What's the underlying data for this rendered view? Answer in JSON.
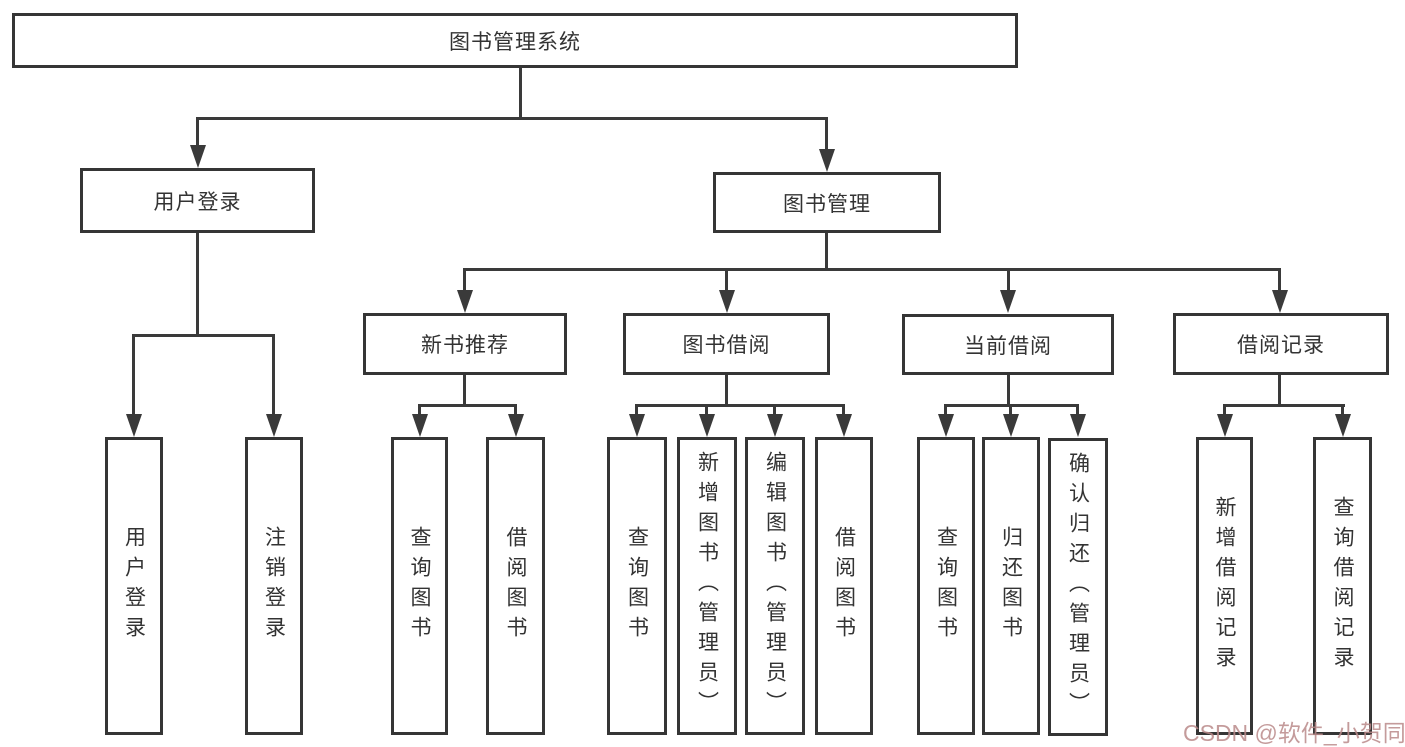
{
  "diagram": {
    "type": "hierarchy-tree",
    "root": "图书管理系统",
    "level2": [
      "用户登录",
      "图书管理"
    ],
    "level3": [
      "新书推荐",
      "图书借阅",
      "当前借阅",
      "借阅记录"
    ],
    "user_login_children": [
      "用户登录",
      "注销登录"
    ],
    "new_book_children": [
      "查询图书",
      "借阅图书"
    ],
    "book_borrow_children": [
      "查询图书",
      "新增图书（管理员）",
      "编辑图书（管理员）",
      "借阅图书"
    ],
    "current_borrow_children": [
      "查询图书",
      "归还图书",
      "确认归还（管理员）"
    ],
    "borrow_record_children": [
      "新增借阅记录",
      "查询借阅记录"
    ],
    "line_color": "#3a3a3a",
    "text_color": "#333333",
    "watermark_color": "#ba8a8a"
  },
  "watermark": "CSDN @软件_小贺同学"
}
